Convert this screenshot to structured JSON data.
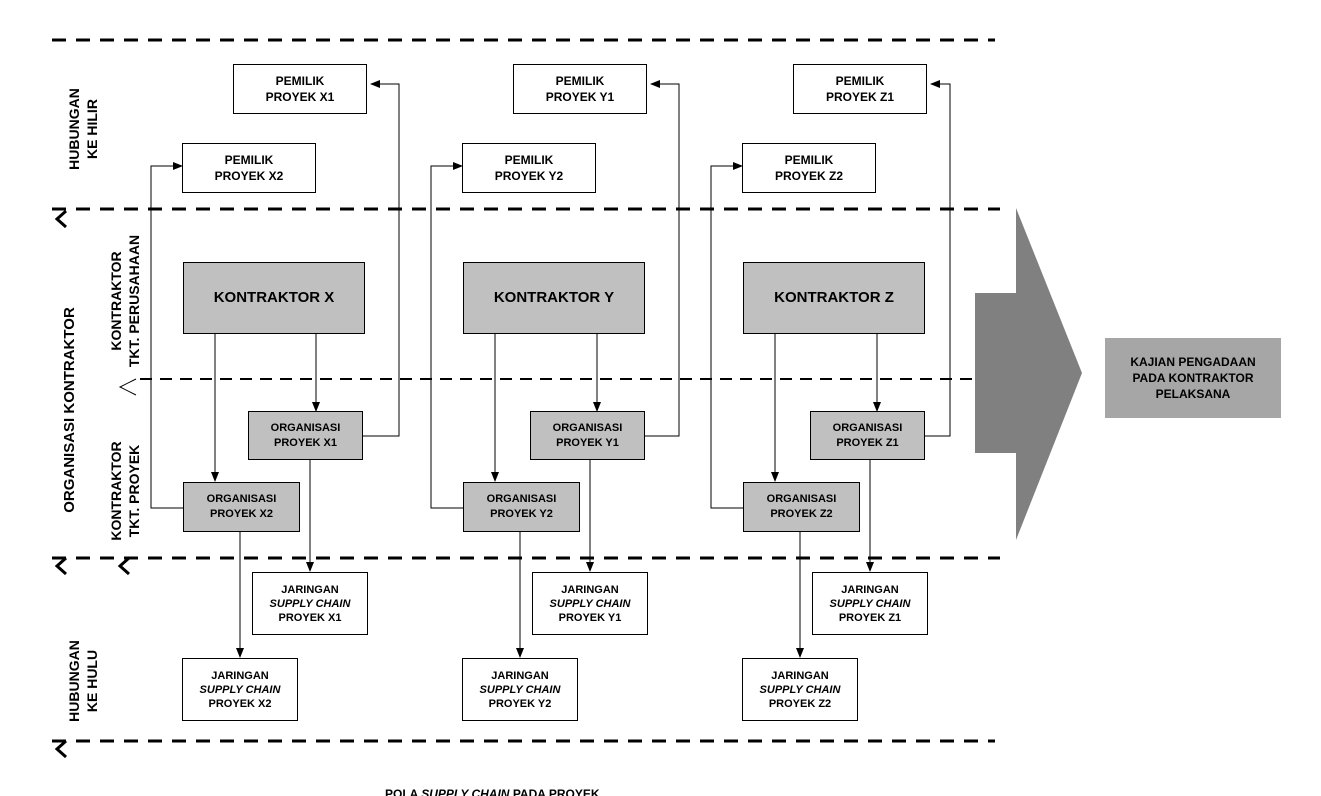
{
  "owners_top": [
    {
      "line1": "PEMILIK",
      "line2": "PROYEK X1"
    },
    {
      "line1": "PEMILIK",
      "line2": "PROYEK Y1"
    },
    {
      "line1": "PEMILIK",
      "line2": "PROYEK Z1"
    }
  ],
  "owners_second": [
    {
      "line1": "PEMILIK",
      "line2": "PROYEK X2"
    },
    {
      "line1": "PEMILIK",
      "line2": "PROYEK Y2"
    },
    {
      "line1": "PEMILIK",
      "line2": "PROYEK Z2"
    }
  ],
  "contractors": [
    "KONTRAKTOR X",
    "KONTRAKTOR Y",
    "KONTRAKTOR Z"
  ],
  "org_projects_1": [
    {
      "line1": "ORGANISASI",
      "line2": "PROYEK X1"
    },
    {
      "line1": "ORGANISASI",
      "line2": "PROYEK Y1"
    },
    {
      "line1": "ORGANISASI",
      "line2": "PROYEK Z1"
    }
  ],
  "org_projects_2": [
    {
      "line1": "ORGANISASI",
      "line2": "PROYEK X2"
    },
    {
      "line1": "ORGANISASI",
      "line2": "PROYEK Y2"
    },
    {
      "line1": "ORGANISASI",
      "line2": "PROYEK Z2"
    }
  ],
  "networks_1": [
    {
      "line1": "JARINGAN",
      "line2": "SUPPLY CHAIN",
      "line3": "PROYEK X1"
    },
    {
      "line1": "JARINGAN",
      "line2": "SUPPLY CHAIN",
      "line3": "PROYEK Y1"
    },
    {
      "line1": "JARINGAN",
      "line2": "SUPPLY CHAIN",
      "line3": "PROYEK Z1"
    }
  ],
  "networks_2": [
    {
      "line1": "JARINGAN",
      "line2": "SUPPLY CHAIN",
      "line3": "PROYEK X2"
    },
    {
      "line1": "JARINGAN",
      "line2": "SUPPLY CHAIN",
      "line3": "PROYEK Y2"
    },
    {
      "line1": "JARINGAN",
      "line2": "SUPPLY CHAIN",
      "line3": "PROYEK Z2"
    }
  ],
  "side_labels": {
    "downstream": {
      "line1": "HUBUNGAN",
      "line2": "KE HILIR"
    },
    "organization": "ORGANISASI KONTRAKTOR",
    "company_level": {
      "line1": "KONTRAKTOR",
      "line2": "TKT. PERUSAHAAN"
    },
    "project_level": {
      "line1": "KONTRAKTOR",
      "line2": "TKT. PROYEK"
    },
    "upstream": {
      "line1": "HUBUNGAN",
      "line2": "KE HULU"
    }
  },
  "review_box": {
    "line1": "KAJIAN PENGADAAN",
    "line2": "PADA KONTRAKTOR",
    "line3": "PELAKSANA"
  },
  "caption": {
    "prefix": "POLA ",
    "italic": "SUPPLY CHAIN",
    "suffix": " PADA PROYEK"
  },
  "colors": {
    "gray_box": "#c0c0c0",
    "arrow": "#808080",
    "review": "#a6a6a6"
  }
}
